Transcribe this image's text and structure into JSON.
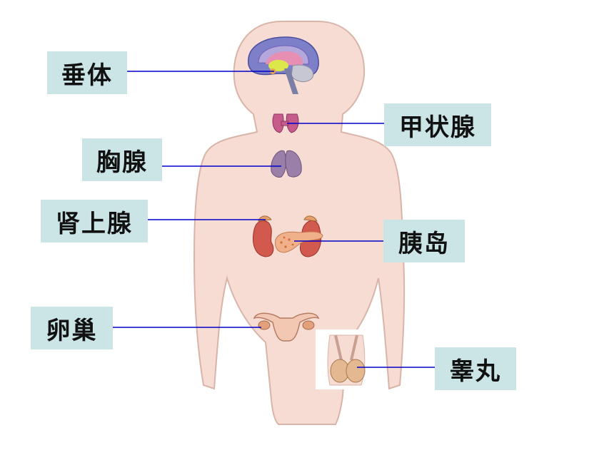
{
  "labels": {
    "pituitary": "垂体",
    "thyroid": "甲状腺",
    "thymus": "胸腺",
    "adrenal": "肾上腺",
    "pancreas": "胰岛",
    "ovary": "卵巢",
    "testis": "睾丸"
  },
  "colors": {
    "label_bg": "#cbe4e6",
    "leader_line": "#0000cc",
    "skin": "#f6dcd3",
    "outline": "#d9b4a8"
  }
}
